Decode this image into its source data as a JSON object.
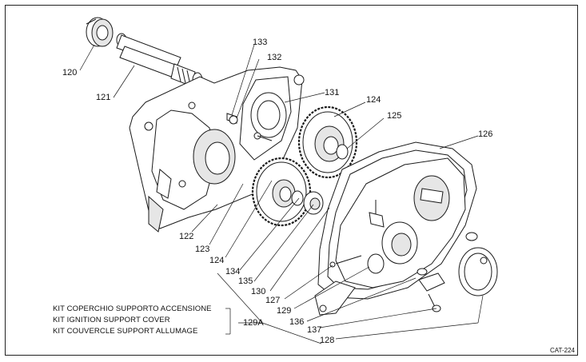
{
  "labels": {
    "p120": "120",
    "p121": "121",
    "p133": "133",
    "p132": "132",
    "p131": "131",
    "p124a": "124",
    "p125": "125",
    "p126": "126",
    "p122": "122",
    "p123": "123",
    "p124b": "124",
    "p134": "134",
    "p135": "135",
    "p130": "130",
    "p127": "127",
    "p129": "129",
    "p136": "136",
    "p137": "137",
    "p128": "128",
    "p129a": "129A"
  },
  "kit": {
    "line1": "KIT COPERCHIO SUPPORTO ACCENSIONE",
    "line2": "KIT IGNITION SUPPORT COVER",
    "line3": "KIT COUVERCLE SUPPORT ALLUMAGE"
  },
  "catalog_id": "CAT-224",
  "colors": {
    "ink": "#1a1a1a",
    "fill": "#ffffff",
    "shade": "#e6e6e6"
  }
}
